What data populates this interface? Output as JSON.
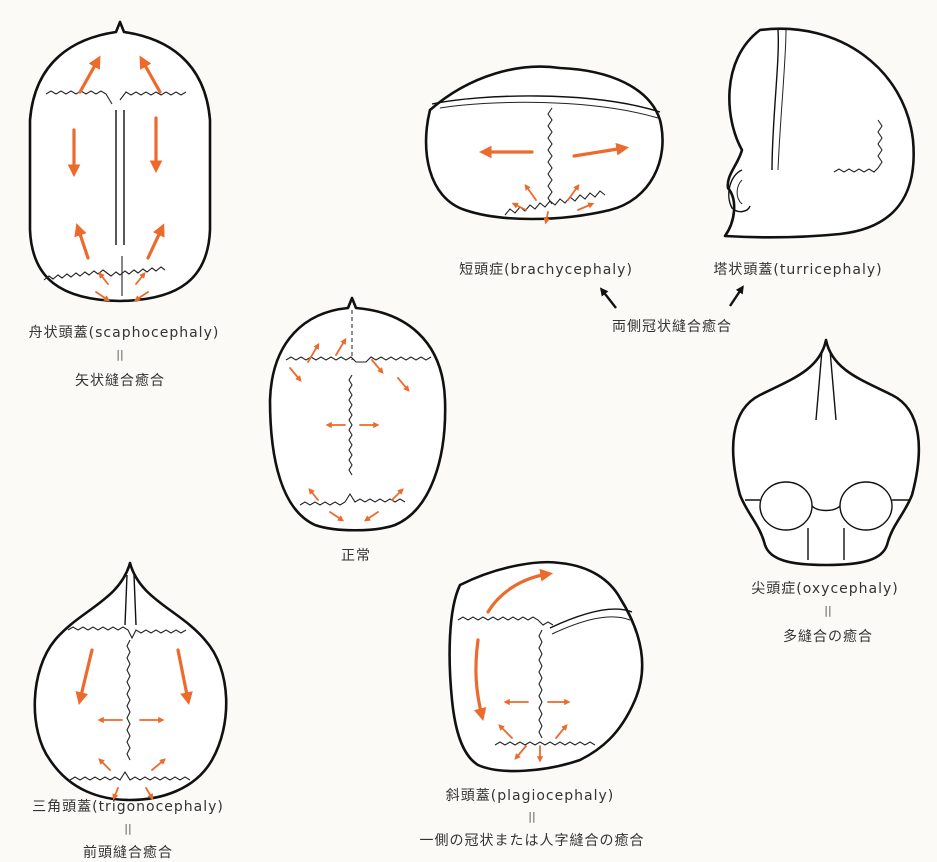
{
  "colors": {
    "arrow": "#ec6a2c",
    "outline": "#111111",
    "background": "#fbfaf7"
  },
  "labels": {
    "scapho_name": "舟状頭蓋(scaphocephaly)",
    "scapho_eq": "||",
    "scapho_cause": "矢状縫合癒合",
    "normal_name": "正常",
    "brachy_name": "短頭症(brachycephaly)",
    "turri_name": "塔状頭蓋(turricephaly)",
    "bilateral_cause": "両側冠状縫合癒合",
    "oxy_name": "尖頭症(oxycephaly)",
    "oxy_eq": "||",
    "oxy_cause": "多縫合の癒合",
    "trigono_name": "三角頭蓋(trigonocephaly)",
    "trigono_eq": "||",
    "trigono_cause": "前頭縫合癒合",
    "plagio_name": "斜頭蓋(plagiocephaly)",
    "plagio_eq": "||",
    "plagio_cause": "一側の冠状または人字縫合の癒合"
  }
}
